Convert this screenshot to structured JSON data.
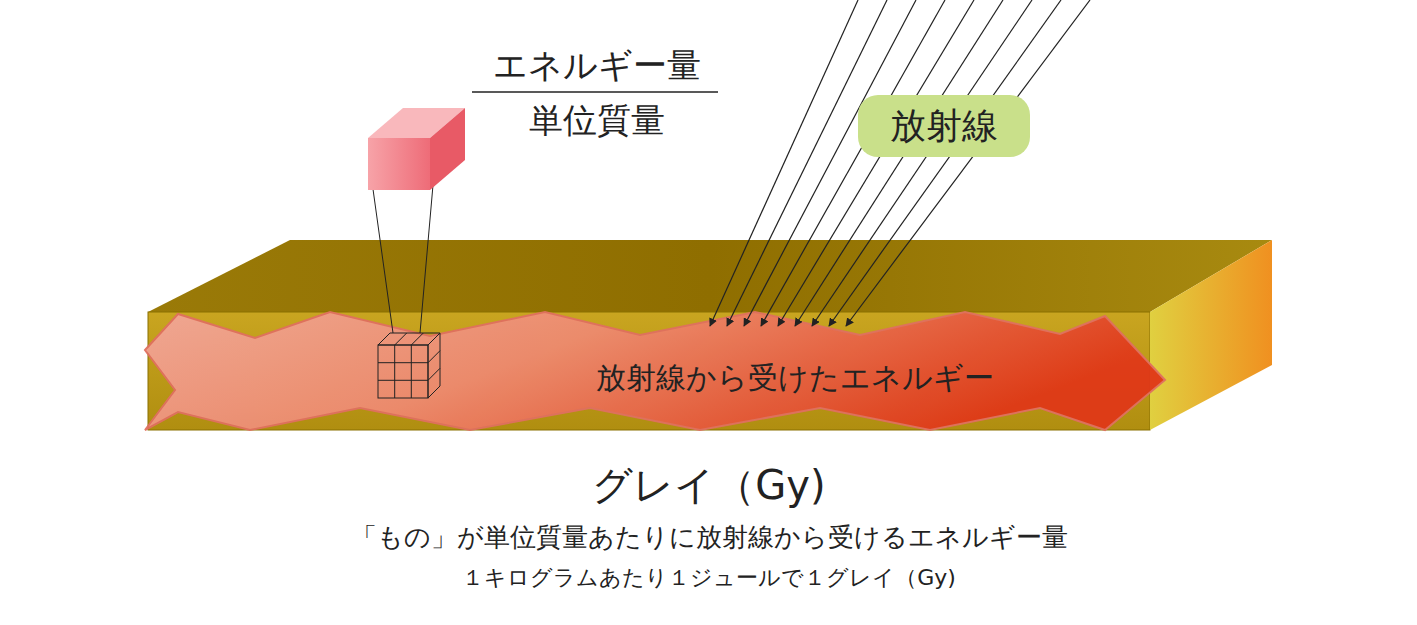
{
  "diagram": {
    "title": "グレイ（Gy)",
    "nodes": [
      {
        "text": [
          "放射線"
        ]
      },
      {
        "text": [
          "放射線から受けたエネルギー"
        ]
      }
    ],
    "labels": [
      "エネルギー量",
      "単位質量",
      "「もの」が単位質量あたりに放射線から受けるエネルギー量",
      "１キログラムあたり１ジュールで１グレイ（Gy)"
    ]
  }
}
